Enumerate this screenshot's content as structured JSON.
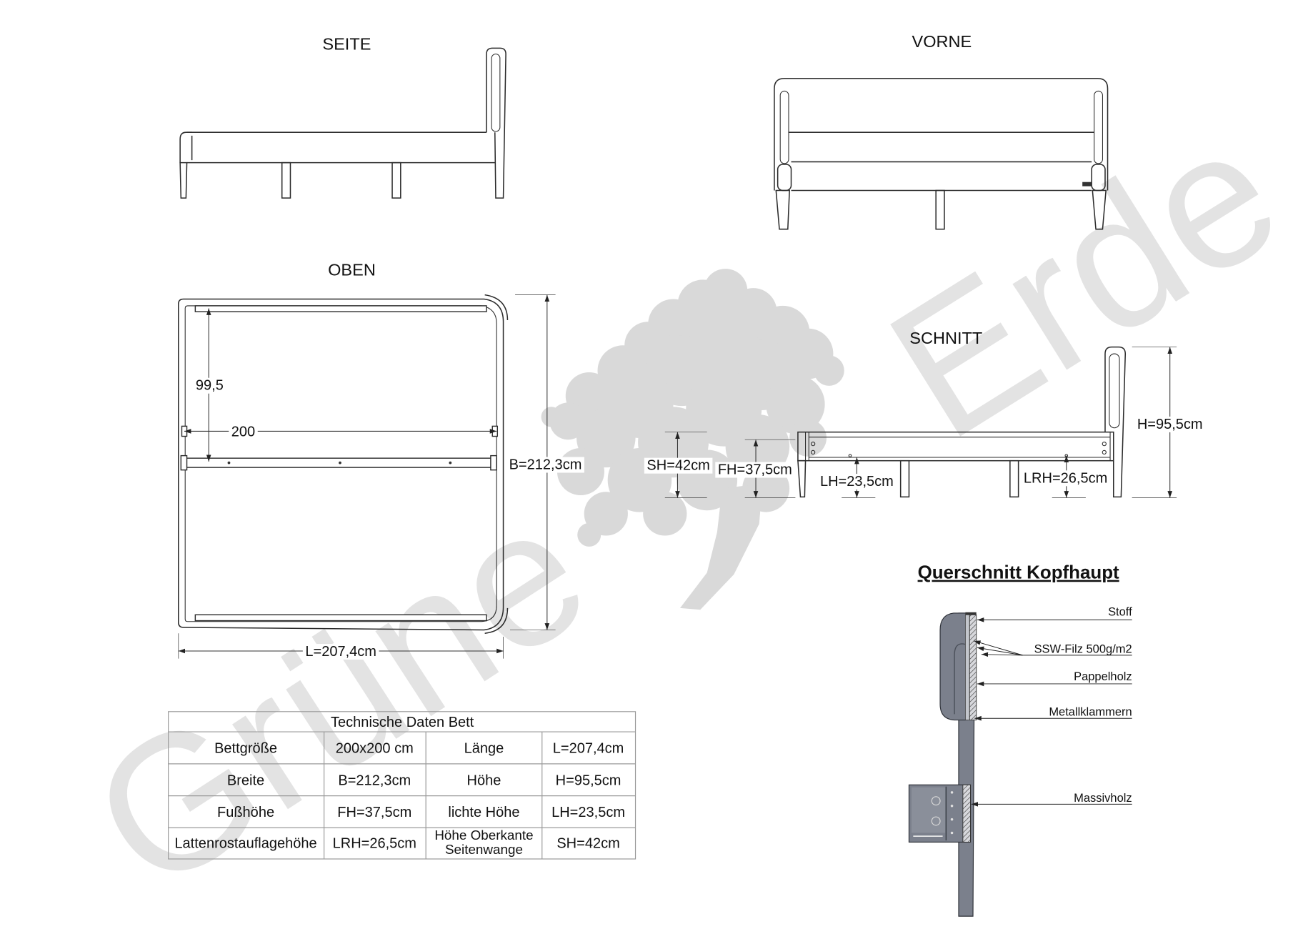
{
  "views": {
    "side": {
      "title": "SEITE"
    },
    "front": {
      "title": "VORNE"
    },
    "top": {
      "title": "OBEN",
      "dim_slat_spacing": "99,5",
      "dim_inner": "200",
      "dim_width": "B=212,3cm",
      "dim_length": "L=207,4cm"
    },
    "section": {
      "title": "SCHNITT",
      "dim_sh": "SH=42cm",
      "dim_fh": "FH=37,5cm",
      "dim_lh": "LH=23,5cm",
      "dim_lrh": "LRH=26,5cm",
      "dim_h": "H=95,5cm"
    }
  },
  "cross_section": {
    "title": "Querschnitt Kopfhaupt",
    "labels": {
      "stoff": "Stoff",
      "filz": "SSW-Filz 500g/m2",
      "pappelholz": "Pappelholz",
      "klammern": "Metallklammern",
      "massivholz": "Massivholz"
    }
  },
  "table": {
    "title": "Technische Daten Bett",
    "rows": [
      [
        "Bettgröße",
        "200x200 cm",
        "Länge",
        "L=207,4cm"
      ],
      [
        "Breite",
        "B=212,3cm",
        "Höhe",
        "H=95,5cm"
      ],
      [
        "Fußhöhe",
        "FH=37,5cm",
        "lichte Höhe",
        "LH=23,5cm"
      ],
      [
        "Lattenrostauflagehöhe",
        "LRH=26,5cm",
        [
          "Höhe Oberkante",
          "Seitenwange"
        ],
        "SH=42cm"
      ]
    ]
  },
  "watermark": {
    "word1": "Grüne",
    "word2": "Erde"
  },
  "colors": {
    "line": "#2b2b2b",
    "watermark": "#e3e3e3",
    "tree": "#d9d9d9",
    "section_fill": "#7b808c",
    "table_border": "#9a9a9a"
  }
}
